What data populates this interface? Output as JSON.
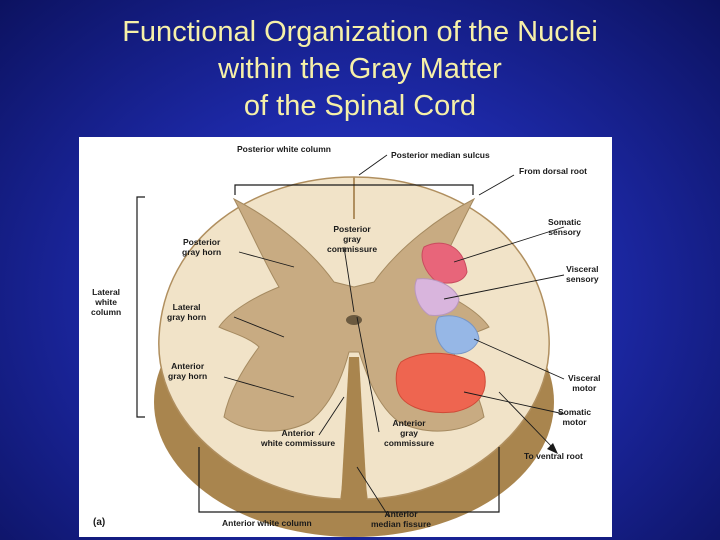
{
  "slide": {
    "title_lines": [
      "Functional Organization of the Nuclei",
      "within the Gray Matter",
      "of the Spinal Cord"
    ]
  },
  "diagram": {
    "panel_label": "(a)",
    "labels": {
      "posterior_white_column": "Posterior white column",
      "posterior_median_sulcus": "Posterior median sulcus",
      "from_dorsal_root": "From dorsal root",
      "posterior_gray_commissure": [
        "Posterior",
        "gray",
        "commissure"
      ],
      "posterior_gray_horn": [
        "Posterior",
        "gray horn"
      ],
      "somatic_sensory": [
        "Somatic",
        "sensory"
      ],
      "visceral_sensory": [
        "Visceral",
        "sensory"
      ],
      "lateral_white_column": [
        "Lateral",
        "white",
        "column"
      ],
      "lateral_gray_horn": [
        "Lateral",
        "gray horn"
      ],
      "anterior_gray_horn": [
        "Anterior",
        "gray horn"
      ],
      "visceral_motor": [
        "Visceral",
        "motor"
      ],
      "somatic_motor": [
        "Somatic",
        "motor"
      ],
      "anterior_gray_commissure": [
        "Anterior",
        "gray",
        "commissure"
      ],
      "anterior_white_commissure": [
        "Anterior",
        "white commissure"
      ],
      "to_ventral_root": "To ventral root",
      "anterior_white_column": "Anterior white column",
      "anterior_median_fissure": [
        "Anterior",
        "median fissure"
      ]
    },
    "colors": {
      "white_matter": "#f1e3c8",
      "gray_matter": "#c8ab82",
      "somatic_sensory": "#e8657a",
      "visceral_sensory": "#d9b5dd",
      "visceral_motor": "#96b7e6",
      "somatic_motor": "#ee6550"
    }
  }
}
